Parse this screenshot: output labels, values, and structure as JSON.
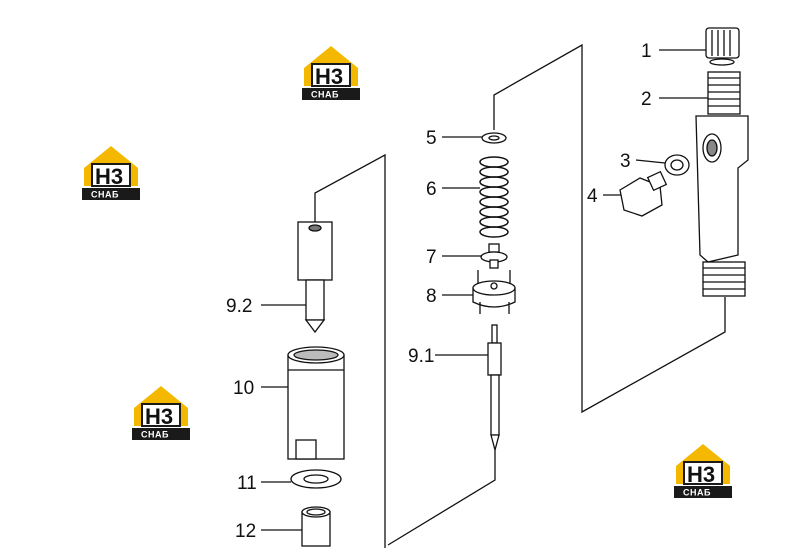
{
  "callouts": {
    "c1": "1",
    "c2": "2",
    "c3": "3",
    "c4": "4",
    "c5": "5",
    "c6": "6",
    "c7": "7",
    "c8": "8",
    "c9_1": "9.1",
    "c9_2": "9.2",
    "c10": "10",
    "c11": "11",
    "c12": "12"
  },
  "watermark": {
    "mark": "H3",
    "word": "СНАБ",
    "colors": {
      "roof": "#f5b800",
      "dark": "#1a1a1a"
    }
  },
  "colors": {
    "line": "#111111",
    "fill": "#ffffff",
    "shade": "#d9d9d9"
  }
}
